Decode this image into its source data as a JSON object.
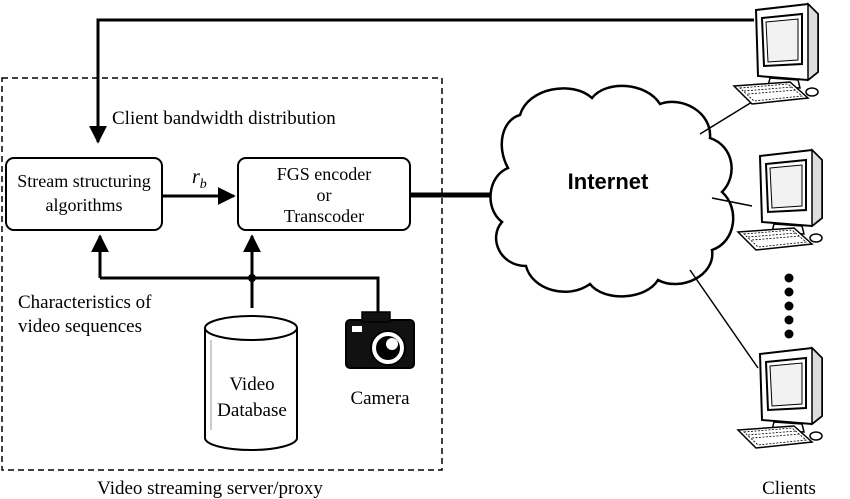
{
  "server": {
    "label": "Video streaming server/proxy",
    "bandwidth_label": "Client bandwidth distribution",
    "characteristics_line1": "Characteristics of",
    "characteristics_line2": "video sequences"
  },
  "blocks": {
    "stream": {
      "line1": "Stream structuring",
      "line2": "algorithms"
    },
    "encoder": {
      "line1": "FGS encoder",
      "line2": "or",
      "line3": "Transcoder"
    },
    "rate_symbol": "r",
    "rate_subscript": "b"
  },
  "database": {
    "line1": "Video",
    "line2": "Database"
  },
  "camera": {
    "label": "Camera"
  },
  "network": {
    "label": "Internet"
  },
  "clients": {
    "label": "Clients"
  },
  "icons": [
    "camera-icon",
    "database-icon",
    "computer-icon",
    "cloud-icon"
  ]
}
